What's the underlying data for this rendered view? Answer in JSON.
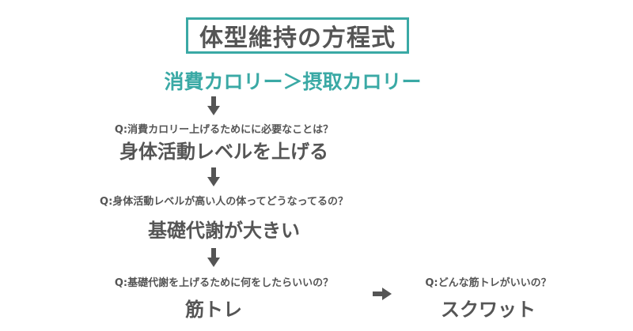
{
  "title": "体型維持の方程式",
  "equation": "消費カロリー＞摂取カロリー",
  "steps": [
    {
      "question": "Q:消費カロリー上げるためにに必要なことは？",
      "answer": "身体活動レベルを上げる"
    },
    {
      "question": "Q:身体活動レベルが高い人の体ってどうなってるの？",
      "answer": "基礎代謝が大きい"
    },
    {
      "question": "Q:基礎代謝を上げるために何をしたらいいの？",
      "answer": "筋トレ"
    }
  ],
  "side_step": {
    "question": "Q:どんな筋トレがいいの？",
    "answer": "スクワット"
  },
  "colors": {
    "accent": "#3aa9a5",
    "text": "#555555",
    "arrow": "#555555"
  }
}
